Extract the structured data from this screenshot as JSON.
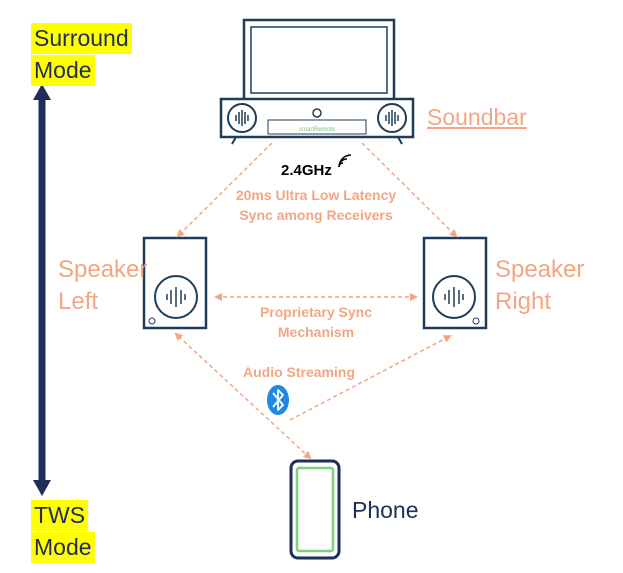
{
  "modes": {
    "top_line1": "Surround",
    "top_line2": "Mode",
    "bottom_line1": "TWS",
    "bottom_line2": "Mode"
  },
  "devices": {
    "soundbar": "Soundbar",
    "soundbar_brand": "smartRemote",
    "speaker_left_line1": "Speaker",
    "speaker_left_line2": "Left",
    "speaker_right_line1": "Speaker",
    "speaker_right_line2": "Right",
    "phone": "Phone"
  },
  "links": {
    "frequency": "2.4GHz",
    "latency_line1": "20ms Ultra Low Latency",
    "latency_line2": "Sync among Receivers",
    "sync_line1": "Proprietary Sync",
    "sync_line2": "Mechanism",
    "streaming": "Audio Streaming"
  },
  "colors": {
    "navy": "#1f2d5a",
    "arrow": "#f4a582",
    "highlight": "#ffff00",
    "phone_screen": "#7ed07e",
    "device_line": "#1f3b5a",
    "bluetooth": "#1e88e5"
  },
  "icons": {
    "wireless": "wifi-signal-icon",
    "bt": "bluetooth-icon",
    "speaker_wave": "sound-wave-icon"
  }
}
